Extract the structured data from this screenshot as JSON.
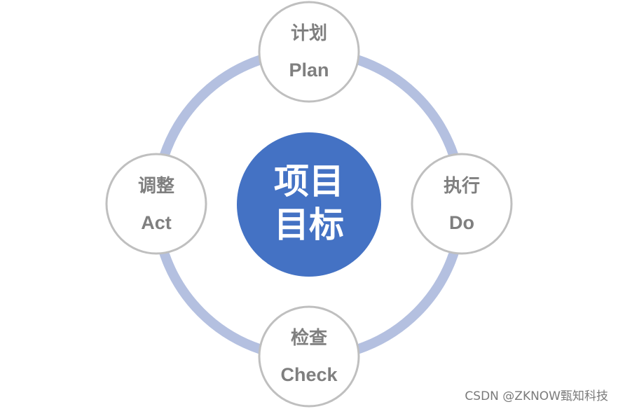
{
  "center": {
    "line1": "项目",
    "line2": "目标",
    "color": "#4472c4"
  },
  "ring_color": "#b4c0e0",
  "nodes": {
    "plan": {
      "cn": "计划",
      "en": "Plan"
    },
    "do": {
      "cn": "执行",
      "en": "Do"
    },
    "check": {
      "cn": "检查",
      "en": "Check"
    },
    "act": {
      "cn": "调整",
      "en": "Act"
    }
  },
  "watermark": "CSDN @ZKNOW甄知科技"
}
